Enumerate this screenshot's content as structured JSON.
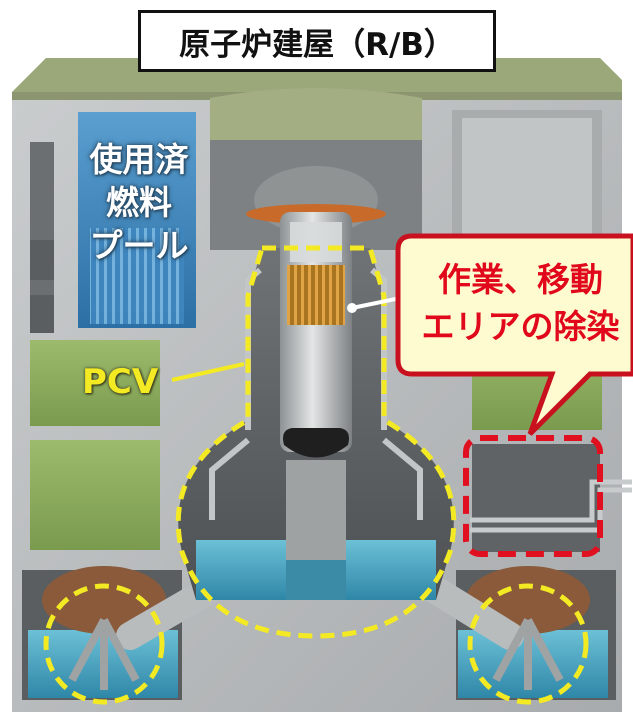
{
  "title": "原子炉建屋（R/B）",
  "labels": {
    "spent_fuel_pool": [
      "使用済",
      "燃料",
      "プール"
    ],
    "pcv": "PCV",
    "callout": [
      "作業、移動",
      "エリアの除染"
    ]
  },
  "colors": {
    "pcv_outline": "#f4ea24",
    "callout_border": "#c8101e",
    "callout_fill": "#fffbd0",
    "callout_text": "#e0081a",
    "target_area_outline": "#e01020",
    "concrete": "#b9bcbd",
    "roof": "#9aa87a",
    "pool_water": "#3f8fc8",
    "suppression_water": "#4aa6c0",
    "room_green": "#8fb062"
  },
  "icons": [
    "reactor-pressure-vessel",
    "spent-fuel-pool",
    "suppression-chamber",
    "target-area-marker"
  ]
}
